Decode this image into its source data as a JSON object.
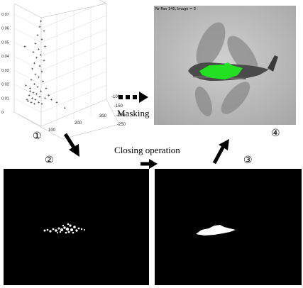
{
  "figure": {
    "steps": {
      "step1": "①",
      "step2": "②",
      "step3": "③",
      "step4": "④"
    },
    "operations": {
      "masking": "Masking",
      "closing": "Closing operation"
    },
    "photo_overlay": "Nr Pan 140, Image = 3",
    "colors": {
      "highlight": "#22e022",
      "mask_background": "#000000",
      "mask_foreground": "#ffffff",
      "photo_background": "#b8b8b8"
    }
  },
  "chart_data": {
    "type": "scatter",
    "projection": "3d",
    "z_ticks": [
      "0",
      "0.01",
      "0.02",
      "0.03",
      "0.04",
      "0.05",
      "0.06",
      "0.07"
    ],
    "x_ticks": [
      "100",
      "200",
      "300"
    ],
    "y_ticks": [
      "-100",
      "-150",
      "-200",
      "-250"
    ],
    "grid": true,
    "points": [
      [
        90,
        0.068
      ],
      [
        88,
        0.064
      ],
      [
        96,
        0.061
      ],
      [
        84,
        0.058
      ],
      [
        92,
        0.055
      ],
      [
        80,
        0.052
      ],
      [
        98,
        0.05
      ],
      [
        86,
        0.048
      ],
      [
        76,
        0.046
      ],
      [
        90,
        0.044
      ],
      [
        82,
        0.042
      ],
      [
        96,
        0.04
      ],
      [
        78,
        0.038
      ],
      [
        88,
        0.036
      ],
      [
        74,
        0.034
      ],
      [
        92,
        0.032
      ],
      [
        80,
        0.03
      ],
      [
        86,
        0.028
      ],
      [
        72,
        0.026
      ],
      [
        94,
        0.025
      ],
      [
        78,
        0.023
      ],
      [
        84,
        0.021
      ],
      [
        70,
        0.02
      ],
      [
        90,
        0.018
      ],
      [
        76,
        0.017
      ],
      [
        82,
        0.016
      ],
      [
        68,
        0.015
      ],
      [
        88,
        0.014
      ],
      [
        74,
        0.013
      ],
      [
        80,
        0.012
      ],
      [
        66,
        0.011
      ],
      [
        86,
        0.01
      ],
      [
        72,
        0.01
      ],
      [
        78,
        0.009
      ],
      [
        92,
        0.009
      ],
      [
        64,
        0.012
      ],
      [
        98,
        0.013
      ],
      [
        70,
        0.018
      ],
      [
        100,
        0.02
      ],
      [
        62,
        0.022
      ],
      [
        105,
        0.015
      ],
      [
        60,
        0.05
      ],
      [
        110,
        0.012
      ],
      [
        120,
        0.01
      ],
      [
        135,
        0.006
      ]
    ]
  }
}
